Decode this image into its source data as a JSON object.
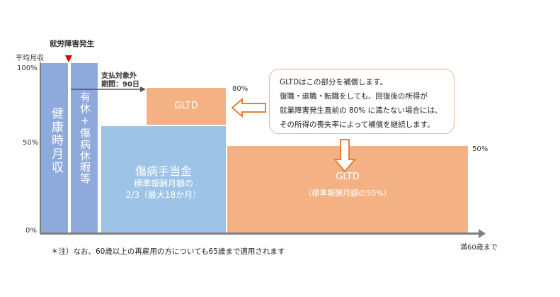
{
  "event": {
    "label": "就労障害発生"
  },
  "axis": {
    "y_title": "平均月収",
    "y_ticks": [
      "100%",
      "50%",
      "0%"
    ],
    "x_end_label": "満60歳まで"
  },
  "bars": {
    "health": "健康時月収",
    "paid_leave": "有休+傷病休暇等",
    "sickness_title": "傷病手当金",
    "sickness_line2": "標準報酬月額の",
    "sickness_line3": "2/3（最大18か月）",
    "gltd_top": "GLTD",
    "gltd_main": "GLTD",
    "gltd_main_sub": "（標準報酬月額の50%）"
  },
  "labels": {
    "pct80": "80%",
    "pct50": "50%",
    "excluded_line1": "支払対象外",
    "excluded_line2": "期間：90日"
  },
  "callout": {
    "line1": "GLTDはこの部分を補償します。",
    "line2": "復職・退職・転職をしても、回復後の所得が",
    "line3": "就業障害発生直前の 80% に満たない場合には、",
    "line4": "その所得の喪失率によって補償を継続します。"
  },
  "footnote": "＊注）なお、60歳以上の再雇用の方についても65歳まで適用されます",
  "colors": {
    "blue_dark": "#8ea9dc",
    "blue_light": "#9dc3e6",
    "orange": "#f4b183",
    "arrow_gray": "#808080"
  }
}
